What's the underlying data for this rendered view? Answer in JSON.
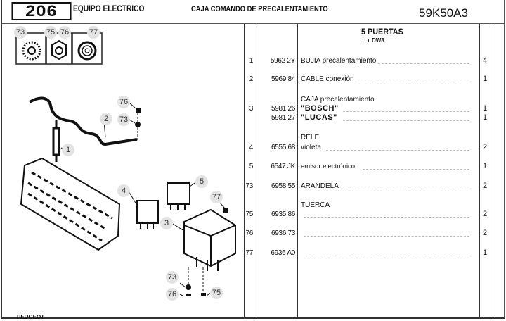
{
  "header": {
    "model": "206",
    "group": "EQUIPO ELECTRICO",
    "title": "CAJA COMANDO DE PRECALENTAMIENTO",
    "code": "59K50A3"
  },
  "variant": {
    "title": "5 PUERTAS",
    "engine": "DW8",
    "engine_icon": "engine-type-icon"
  },
  "footer": {
    "brand": "PEUGEOT"
  },
  "diagram": {
    "inset_callouts": [
      "73",
      "75",
      "76",
      "77"
    ],
    "callouts": [
      "1",
      "2",
      "3",
      "4",
      "5",
      "73",
      "76",
      "77",
      "73",
      "76",
      "75"
    ]
  },
  "parts": [
    {
      "ref": "1",
      "pn": "5962 2Y",
      "desc": "BUJIA precalentamiento",
      "qty": "4"
    },
    {
      "ref": "2",
      "pn": "5969 84",
      "desc": "CABLE conexión",
      "qty": "1"
    },
    {
      "ref": "3",
      "group": "CAJA precalentamiento",
      "variants": [
        {
          "pn": "5981 26",
          "desc": "\"BOSCH\"",
          "qty": "1"
        },
        {
          "pn": "5981 27",
          "desc": "\"LUCAS\"",
          "qty": "1"
        }
      ]
    },
    {
      "ref": "4",
      "group": "RELE",
      "pn": "6555 68",
      "desc": "violeta",
      "qty": "2"
    },
    {
      "ref": "5",
      "pn": "6547 JK",
      "desc": "emisor electrónico",
      "qty": "1"
    },
    {
      "ref": "73",
      "pn": "6958 55",
      "desc": "ARANDELA",
      "qty": "2"
    },
    {
      "ref": "75",
      "group": "TUERCA",
      "pn": "6935 86",
      "desc": "",
      "qty": "2"
    },
    {
      "ref": "76",
      "pn": "6936 73",
      "desc": "",
      "qty": "2"
    },
    {
      "ref": "77",
      "pn": "6936 A0",
      "desc": "",
      "qty": "1"
    }
  ]
}
